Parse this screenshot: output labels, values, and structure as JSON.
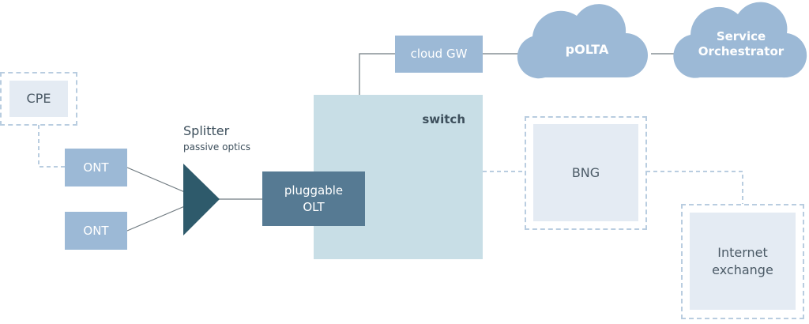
{
  "colors": {
    "light_box": "#e4ebf3",
    "mid_box": "#9cb9d6",
    "switch_fill": "#c8dee6",
    "olt_fill": "#567a93",
    "splitter_fill": "#2e5a6b",
    "cloud_fill": "#9cb9d6",
    "dashed": "#b9cde0",
    "line": "#6f7a80",
    "text_dark": "#3d4f5c",
    "text_white": "#ffffff"
  },
  "nodes": {
    "cpe": {
      "label": "CPE"
    },
    "ont_top": {
      "label": "ONT"
    },
    "ont_bottom": {
      "label": "ONT"
    },
    "splitter": {
      "title": "Splitter",
      "subtitle": "passive optics"
    },
    "olt": {
      "label": "pluggable\nOLT"
    },
    "switch": {
      "label": "switch"
    },
    "cloud_gw": {
      "label": "cloud GW"
    },
    "polta": {
      "label": "pOLTA"
    },
    "service_orchestrator": {
      "label": "Service\nOrchestrator"
    },
    "bng": {
      "label": "BNG"
    },
    "internet_exchange": {
      "label": "Internet\nexchange"
    }
  }
}
